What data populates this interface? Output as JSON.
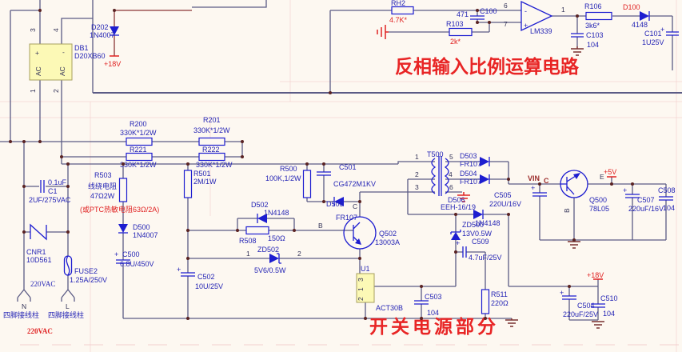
{
  "meta": {
    "description": "Switch-mode power supply schematic with inverting-input proportional op-amp section",
    "section_titles": {
      "top": "反相输入比例运算电路",
      "bottom": "开关电源部分"
    }
  },
  "colors": {
    "background": "#fdf8f1",
    "wire": "#5b5b85",
    "component_blue": "#1d1dd0",
    "label_blue": "#2525b5",
    "red": "#e02222",
    "maroon": "#8b3636",
    "yellow_part": "#fcf9b6",
    "pink_guide": "#f2c9c9"
  },
  "t": {
    "d202_ref": "D202",
    "d202_val": "1N4007",
    "p18v_top": "+18V",
    "db1_ref": "DB1",
    "db1_val": "D20XB60",
    "db1_plus": "+",
    "db1_minus": "-",
    "db1_ac1": "AC",
    "db1_ac2": "AC",
    "db1_pin1": "1",
    "db1_pin2": "2",
    "db1_pin3": "3",
    "db1_pin4": "4",
    "rh2_ref": "RH2",
    "rh2_val": "4.7K*",
    "r103_ref": "R103",
    "r103_val": "2k*",
    "c100_ref": "C100",
    "c100_val": "471",
    "opamp_pin6": "6",
    "opamp_pin7": "7",
    "opamp_pin1": "1",
    "opamp_minus": "-",
    "opamp_plus": "+",
    "opamp_name": "LM339",
    "r106_ref": "R106",
    "r106_val": "3k6*",
    "d100_ref": "D100",
    "d100_val": "4148",
    "c101_ref": "C101",
    "c101_val": "1U25V",
    "c101_plus": "+",
    "c103_ref": "C103",
    "c103_val": "104",
    "title_top": "反相输入比例运算电路",
    "r200_ref": "R200",
    "r200_val": "330K*1/2W",
    "r201_ref": "R201",
    "r201_val": "330K*1/2W",
    "r221_ref": "R221",
    "r221_val": "330K*1/2W",
    "r222_ref": "R222",
    "r222_val": "330K*1/2W",
    "r503_ref": "R503",
    "r503_cn": "线绕电阻",
    "r503_val": "47Ω2W",
    "r503_note": "(或PTC热敏电阻63Ω/2A)",
    "d500_ref": "D500",
    "d500_val": "1N4007",
    "c500_plus": "+",
    "c500_ref": "C500",
    "c500_val": "6.8U/450V",
    "r501_ref": "R501",
    "r501_val": "2M/1W",
    "r500_ref": "R500",
    "r500_val": "100K,1/2W",
    "c501_ref": "C501",
    "c501_val": "CG472M1KV",
    "d502_ref": "D502",
    "d502_val": "1N4148",
    "r508_ref": "R508",
    "r508_val": "150Ω",
    "zd502_ref": "ZD502",
    "zd502_val": "5V6/0.5W",
    "zd502_n1": "1",
    "zd502_n2": "2",
    "q502_b": "B",
    "q502_c": "C",
    "q502_ref": "Q502",
    "q502_val": "13003A",
    "d505_ref": "D505",
    "d505_val": "FR107",
    "t500_ref": "T500",
    "t500_p1": "1",
    "t500_p2": "2",
    "t500_p3": "3",
    "t500_p5": "5",
    "t500_p4": "4",
    "t500_p6": "6",
    "d503_ref": "D503",
    "d503_val": "FR107",
    "d504_ref": "D504",
    "d504_val": "FR107",
    "d506_ref": "D506",
    "d506_core": "EEH-16/19",
    "d506_val": "1N4148",
    "vin_label": "VIN",
    "vin_sub": "C",
    "c505_ref": "C505",
    "c505_val": "220U/16V",
    "c505_plus": "+",
    "q500_ref": "Q500",
    "q500_val": "78L05",
    "q500_e": "E",
    "q500_b": "B",
    "p5v": "+5V",
    "c507_plus": "+",
    "c507_ref": "C507",
    "c507_val": "220uF/16V",
    "c508_ref": "C508",
    "c508_val": "104",
    "zd500_ref": "ZD500",
    "zd500_val": "13V0.5W",
    "c509_plus": "+",
    "c509_ref": "C509",
    "c509_val": "4.7uF/25V",
    "r511_ref": "R511",
    "r511_val": "220Ω",
    "p18v_bot": "+18V",
    "c504_plus": "+",
    "c504_ref": "C504",
    "c504_val": "220uF/25V",
    "c510_ref": "C510",
    "c510_val": "104",
    "c1_cap": "0.1uF",
    "c1_ref": "C1",
    "c1_val": "2UF/275VAC",
    "cnr1_ref": "CNR1",
    "cnr1_val": "10D561",
    "vac_blue": "220VAC",
    "fuse_ref": "FUSE2",
    "fuse_val": "1.25A/250V",
    "n_label": "N",
    "l_label": "L",
    "n_cn": "四脚接线柱",
    "l_cn": "四脚接线柱",
    "vac_red": "220VAC",
    "u1_ref": "U1",
    "u1_val": "ACT30B",
    "u1_p3": "3",
    "u1_p1": "1",
    "u1_p2": "2",
    "c502_plus": "+",
    "c502_ref": "C502",
    "c502_val": "10U/25V",
    "c503_ref": "C503",
    "c503_val": "104",
    "title_psu": "开关电源部分"
  }
}
